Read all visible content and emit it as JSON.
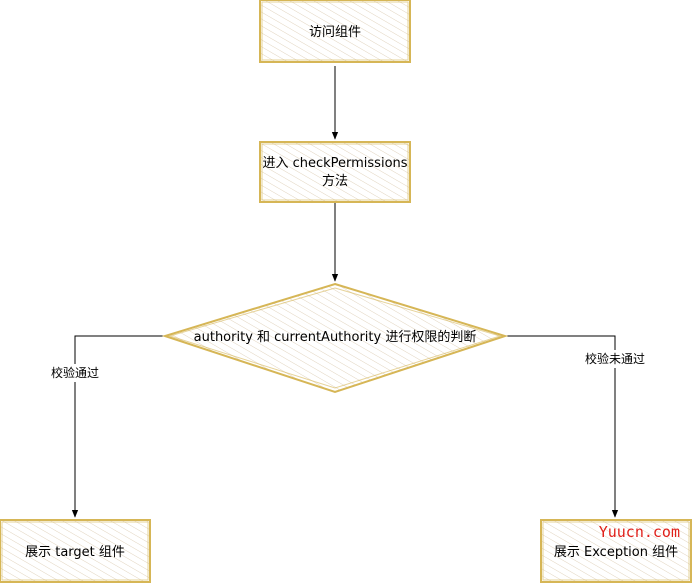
{
  "nodes": {
    "visit": {
      "label": "访问组件"
    },
    "check": {
      "line1": "进入 checkPermissions",
      "line2": "方法"
    },
    "decision": {
      "label": "authority 和 currentAuthority 进行权限的判断"
    },
    "target": {
      "label": "展示 target 组件"
    },
    "exception": {
      "label": "展示 Exception 组件"
    }
  },
  "edges": {
    "pass": {
      "label": "校验通过"
    },
    "fail": {
      "label": "校验未通过"
    }
  },
  "watermark": {
    "text": "Yuucn.com"
  },
  "colors": {
    "node_border": "#d6b656",
    "hatch": "#c9b08a",
    "line": "#000000",
    "watermark": "#e0201a"
  }
}
